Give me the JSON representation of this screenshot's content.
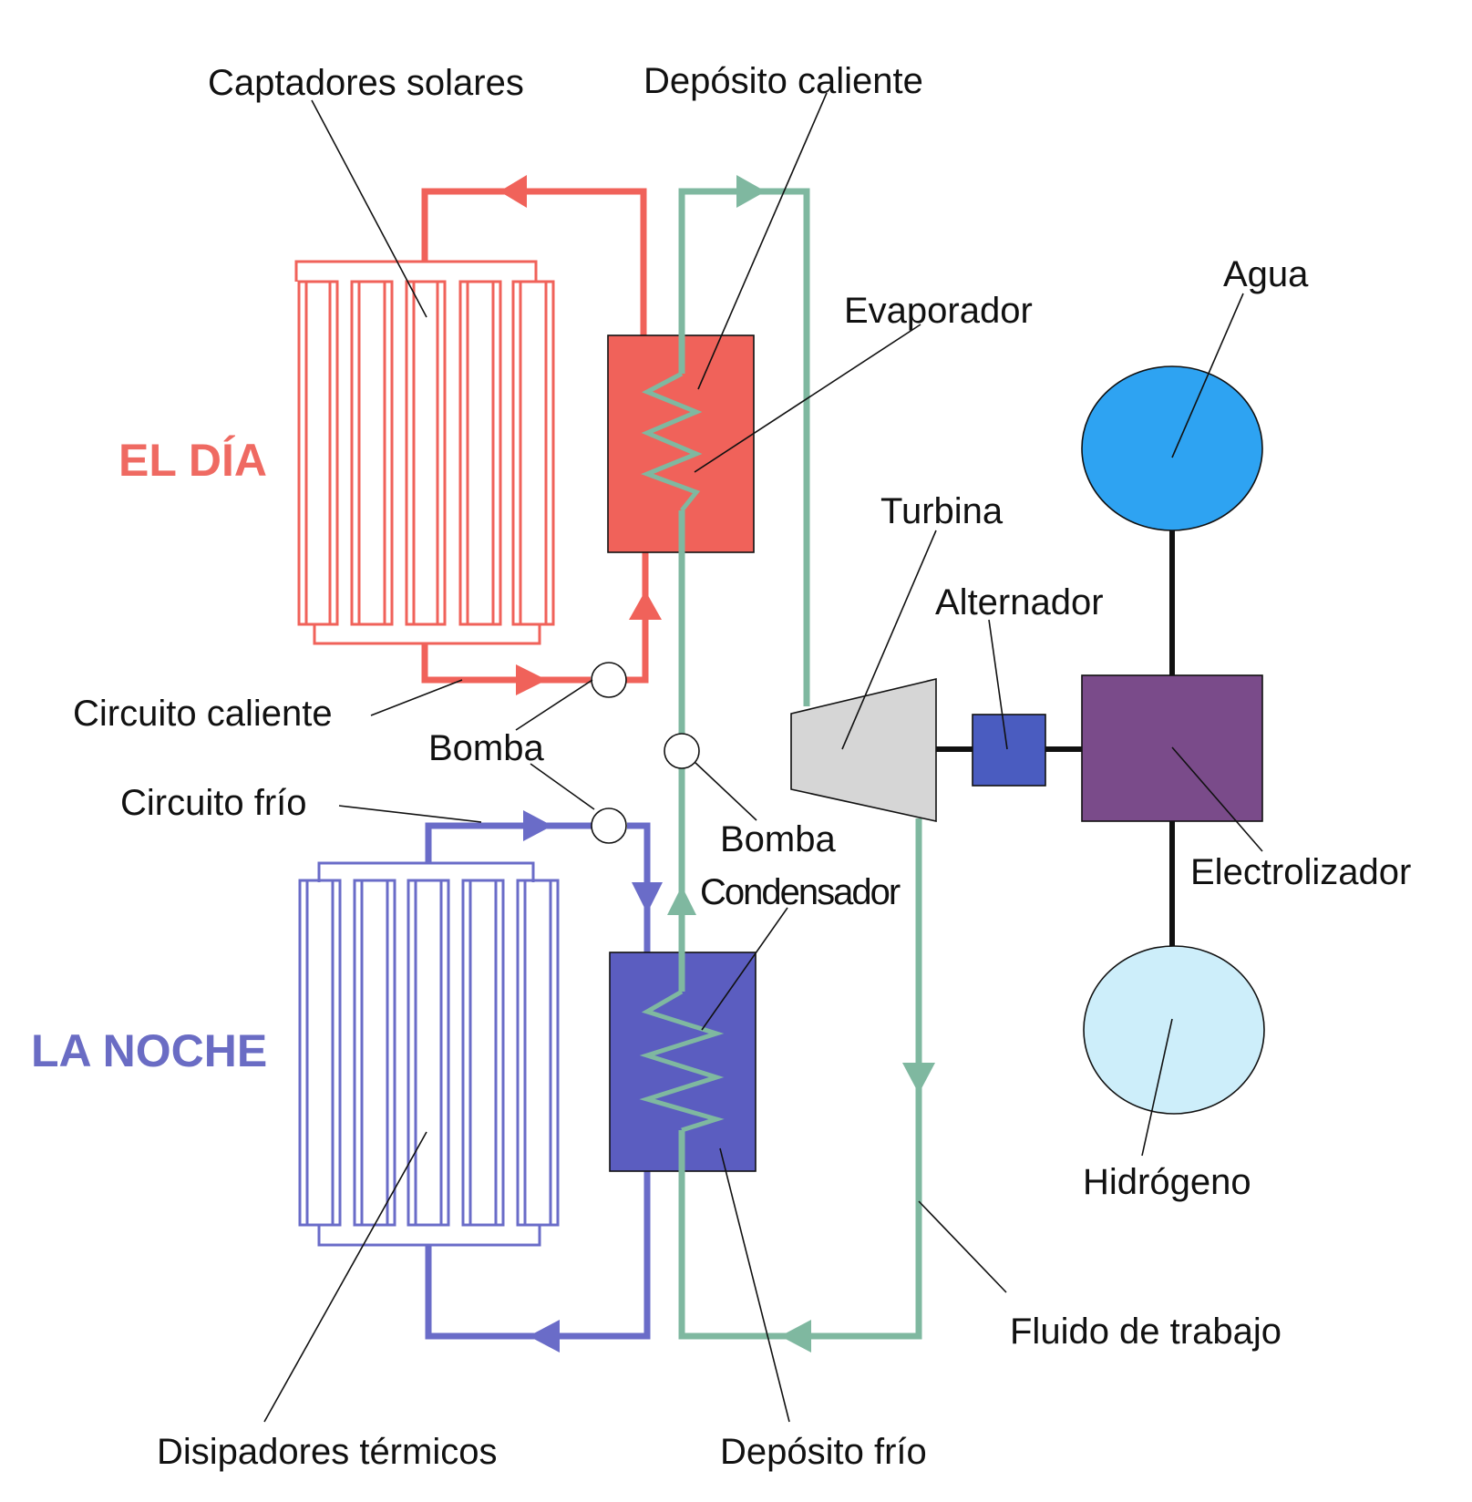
{
  "labels": {
    "captadores_solares": "Captadores solares",
    "deposito_caliente": "Depósito caliente",
    "evaporador": "Evaporador",
    "agua": "Agua",
    "el_dia": "EL DÍA",
    "turbina": "Turbina",
    "alternador": "Alternador",
    "circuito_caliente": "Circuito caliente",
    "bomba_1": "Bomba",
    "bomba_2": "Bomba",
    "circuito_frio": "Circuito frío",
    "condensador": "Condensador",
    "electrolizador": "Electrolizador",
    "la_noche": "LA NOCHE",
    "hidrogeno": "Hidrógeno",
    "fluido_de_trabajo": "Fluido de trabajo",
    "disipadores_termicos": "Disipadores térmicos",
    "deposito_frio": "Depósito frío"
  },
  "colors": {
    "hot": "#f0625a",
    "cold": "#6a6cc8",
    "working_fluid": "#7fb8a0",
    "evaporator_fill": "#f0625a",
    "condenser_fill": "#5b5dc0",
    "turbine_fill": "#d6d6d6",
    "alternator_fill": "#4a5cc0",
    "electrolyzer_fill": "#7a4b8a",
    "water_fill": "#2ea3f2",
    "hydrogen_fill": "#cdeefa",
    "day_text": "#ef6a62",
    "night_text": "#6a6cc4",
    "outline": "#111111"
  }
}
